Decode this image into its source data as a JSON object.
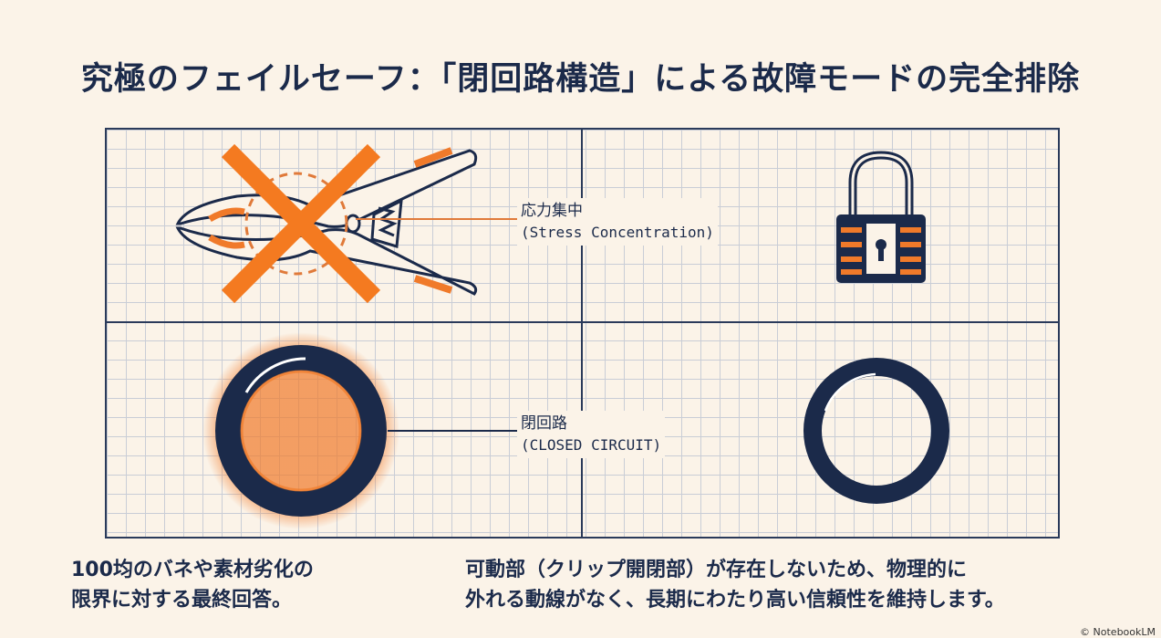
{
  "title": "究極のフェイルセーフ：「閉回路構造」による故障モードの完全排除",
  "labels": {
    "stress_jp": "応力集中",
    "stress_en": "(Stress Concentration)",
    "closed_jp": "閉回路",
    "closed_en": "(CLOSED CIRCUIT)"
  },
  "captions": {
    "left": [
      "100均のバネや素材劣化の",
      "限界に対する最終回答。"
    ],
    "right": [
      "可動部（クリップ開閉部）が存在しないため、物理的に",
      "外れる動線がなく、長期にわたり高い信頼性を維持します。"
    ]
  },
  "watermark": "© NotebookLM",
  "colors": {
    "navy": "#1b2a4a",
    "orange": "#f07a2a",
    "background": "#fbf3e8"
  }
}
